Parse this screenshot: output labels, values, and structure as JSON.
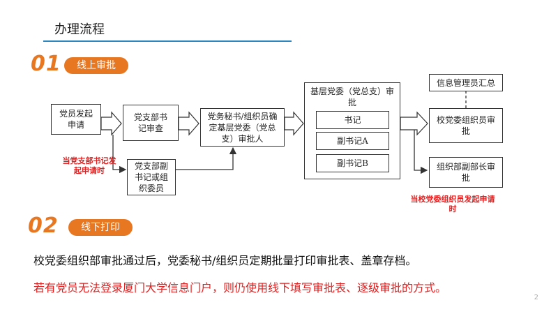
{
  "page_title": "办理流程",
  "page_number": "2",
  "sections": [
    {
      "number": "01",
      "label": "线上审批"
    },
    {
      "number": "02",
      "label": "线下打印"
    }
  ],
  "flow": {
    "applicant": "党员发起申请",
    "branch_secretary": "党支部书记审查",
    "deputy": "党支部副书记或组织委员",
    "party_secretary": "党务秘书/组织员确定基层党委（党总支）审批人",
    "base_committee_title": "基层党委（党总支）审批",
    "secretary": "书记",
    "deputy_a": "副书记A",
    "deputy_b": "副书记B",
    "info_admin": "信息管理员汇总",
    "school_organizer": "校党委组织员审批",
    "org_deputy": "组织部副部长审批",
    "note_branch": "当党支部书记发起申请时",
    "note_school": "当校党委组织员发起申请时"
  },
  "text_black": "校党委组织部审批通过后，党委秘书/组织员定期批量打印审批表、盖章存档。",
  "text_red": "若有党员无法登录厦门大学信息门户，则仍使用线下填写审批表、逐级审批的方式。",
  "colors": {
    "accent": "#e87722",
    "line": "#2e86c1",
    "red": "#e02020"
  }
}
